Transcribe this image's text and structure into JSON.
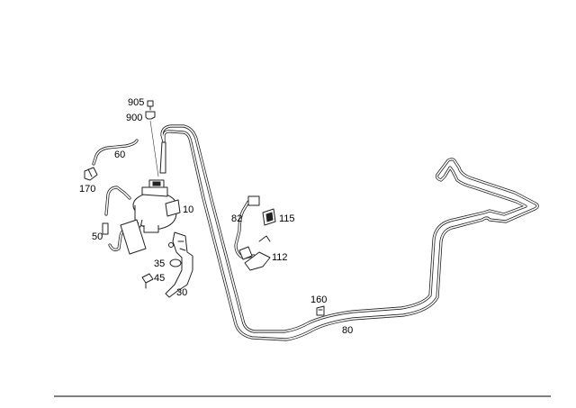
{
  "labels": {
    "l905": "905",
    "l900": "900",
    "l60": "60",
    "l170": "170",
    "l10": "10",
    "l50": "50",
    "l35": "35",
    "l45": "45",
    "l30": "30",
    "l82": "82",
    "l115": "115",
    "l112": "112",
    "l160": "160",
    "l80": "80"
  }
}
